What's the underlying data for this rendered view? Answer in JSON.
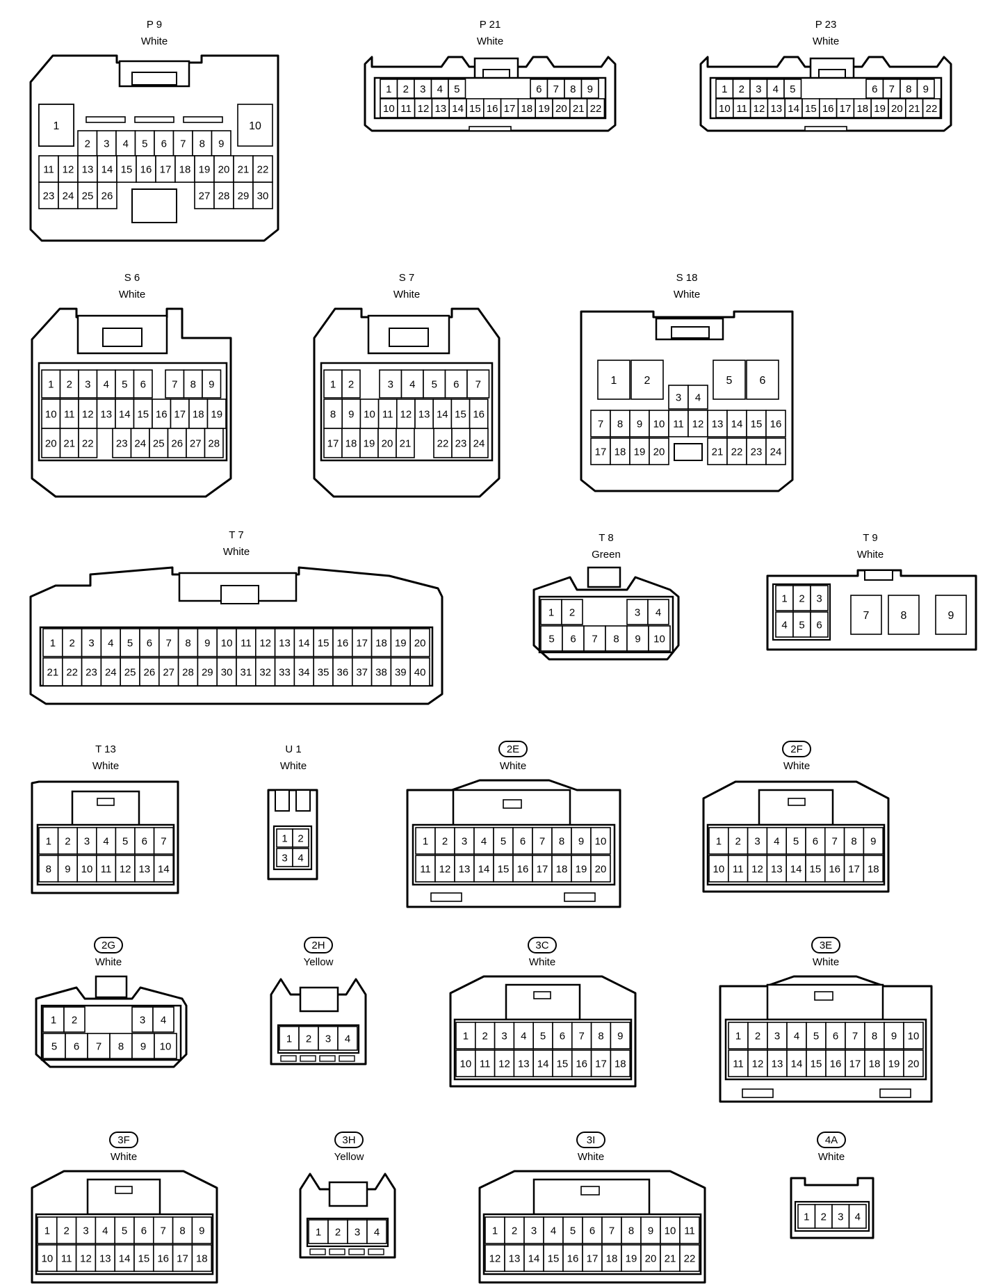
{
  "connectors": [
    {
      "id": "P 9",
      "badge": false,
      "color": "White",
      "pins": [
        "1",
        "2",
        "3",
        "4",
        "5",
        "6",
        "7",
        "8",
        "9",
        "10",
        "11",
        "12",
        "13",
        "14",
        "15",
        "16",
        "17",
        "18",
        "19",
        "20",
        "21",
        "22",
        "23",
        "24",
        "25",
        "26",
        "27",
        "28",
        "29",
        "30"
      ]
    },
    {
      "id": "P 21",
      "badge": false,
      "color": "White",
      "pins": [
        "1",
        "2",
        "3",
        "4",
        "5",
        "6",
        "7",
        "8",
        "9",
        "10",
        "11",
        "12",
        "13",
        "14",
        "15",
        "16",
        "17",
        "18",
        "19",
        "20",
        "21",
        "22"
      ]
    },
    {
      "id": "P 23",
      "badge": false,
      "color": "White",
      "pins": [
        "1",
        "2",
        "3",
        "4",
        "5",
        "6",
        "7",
        "8",
        "9",
        "10",
        "11",
        "12",
        "13",
        "14",
        "15",
        "16",
        "17",
        "18",
        "19",
        "20",
        "21",
        "22"
      ]
    },
    {
      "id": "S 6",
      "badge": false,
      "color": "White",
      "pins": [
        "1",
        "2",
        "3",
        "4",
        "5",
        "6",
        "7",
        "8",
        "9",
        "10",
        "11",
        "12",
        "13",
        "14",
        "15",
        "16",
        "17",
        "18",
        "19",
        "20",
        "21",
        "22",
        "23",
        "24",
        "25",
        "26",
        "27",
        "28"
      ]
    },
    {
      "id": "S 7",
      "badge": false,
      "color": "White",
      "pins": [
        "1",
        "2",
        "3",
        "4",
        "5",
        "6",
        "7",
        "8",
        "9",
        "10",
        "11",
        "12",
        "13",
        "14",
        "15",
        "16",
        "17",
        "18",
        "19",
        "20",
        "21",
        "22",
        "23",
        "24"
      ]
    },
    {
      "id": "S 18",
      "badge": false,
      "color": "White",
      "pins": [
        "1",
        "2",
        "3",
        "4",
        "5",
        "6",
        "7",
        "8",
        "9",
        "10",
        "11",
        "12",
        "13",
        "14",
        "15",
        "16",
        "17",
        "18",
        "19",
        "20",
        "21",
        "22",
        "23",
        "24"
      ]
    },
    {
      "id": "T 7",
      "badge": false,
      "color": "White",
      "pins": [
        "1",
        "2",
        "3",
        "4",
        "5",
        "6",
        "7",
        "8",
        "9",
        "10",
        "11",
        "12",
        "13",
        "14",
        "15",
        "16",
        "17",
        "18",
        "19",
        "20",
        "21",
        "22",
        "23",
        "24",
        "25",
        "26",
        "27",
        "28",
        "29",
        "30",
        "31",
        "32",
        "33",
        "34",
        "35",
        "36",
        "37",
        "38",
        "39",
        "40"
      ]
    },
    {
      "id": "T 8",
      "badge": false,
      "color": "Green",
      "pins": [
        "1",
        "2",
        "3",
        "4",
        "5",
        "6",
        "7",
        "8",
        "9",
        "10"
      ]
    },
    {
      "id": "T 9",
      "badge": false,
      "color": "White",
      "pins": [
        "1",
        "2",
        "3",
        "4",
        "5",
        "6",
        "7",
        "8",
        "9"
      ]
    },
    {
      "id": "T 13",
      "badge": false,
      "color": "White",
      "pins": [
        "1",
        "2",
        "3",
        "4",
        "5",
        "6",
        "7",
        "8",
        "9",
        "10",
        "11",
        "12",
        "13",
        "14"
      ]
    },
    {
      "id": "U 1",
      "badge": false,
      "color": "White",
      "pins": [
        "1",
        "2",
        "3",
        "4"
      ]
    },
    {
      "id": "2E",
      "badge": true,
      "color": "White",
      "pins": [
        "1",
        "2",
        "3",
        "4",
        "5",
        "6",
        "7",
        "8",
        "9",
        "10",
        "11",
        "12",
        "13",
        "14",
        "15",
        "16",
        "17",
        "18",
        "19",
        "20"
      ]
    },
    {
      "id": "2F",
      "badge": true,
      "color": "White",
      "pins": [
        "1",
        "2",
        "3",
        "4",
        "5",
        "6",
        "7",
        "8",
        "9",
        "10",
        "11",
        "12",
        "13",
        "14",
        "15",
        "16",
        "17",
        "18"
      ]
    },
    {
      "id": "2G",
      "badge": true,
      "color": "White",
      "pins": [
        "1",
        "2",
        "3",
        "4",
        "5",
        "6",
        "7",
        "8",
        "9",
        "10"
      ]
    },
    {
      "id": "2H",
      "badge": true,
      "color": "Yellow",
      "pins": [
        "1",
        "2",
        "3",
        "4"
      ]
    },
    {
      "id": "3C",
      "badge": true,
      "color": "White",
      "pins": [
        "1",
        "2",
        "3",
        "4",
        "5",
        "6",
        "7",
        "8",
        "9",
        "10",
        "11",
        "12",
        "13",
        "14",
        "15",
        "16",
        "17",
        "18"
      ]
    },
    {
      "id": "3E",
      "badge": true,
      "color": "White",
      "pins": [
        "1",
        "2",
        "3",
        "4",
        "5",
        "6",
        "7",
        "8",
        "9",
        "10",
        "11",
        "12",
        "13",
        "14",
        "15",
        "16",
        "17",
        "18",
        "19",
        "20"
      ]
    },
    {
      "id": "3F",
      "badge": true,
      "color": "White",
      "pins": [
        "1",
        "2",
        "3",
        "4",
        "5",
        "6",
        "7",
        "8",
        "9",
        "10",
        "11",
        "12",
        "13",
        "14",
        "15",
        "16",
        "17",
        "18"
      ]
    },
    {
      "id": "3H",
      "badge": true,
      "color": "Yellow",
      "pins": [
        "1",
        "2",
        "3",
        "4"
      ]
    },
    {
      "id": "3I",
      "badge": true,
      "color": "White",
      "pins": [
        "1",
        "2",
        "3",
        "4",
        "5",
        "6",
        "7",
        "8",
        "9",
        "10",
        "11",
        "12",
        "13",
        "14",
        "15",
        "16",
        "17",
        "18",
        "19",
        "20",
        "21",
        "22"
      ]
    },
    {
      "id": "4A",
      "badge": true,
      "color": "White",
      "pins": [
        "1",
        "2",
        "3",
        "4"
      ]
    }
  ]
}
